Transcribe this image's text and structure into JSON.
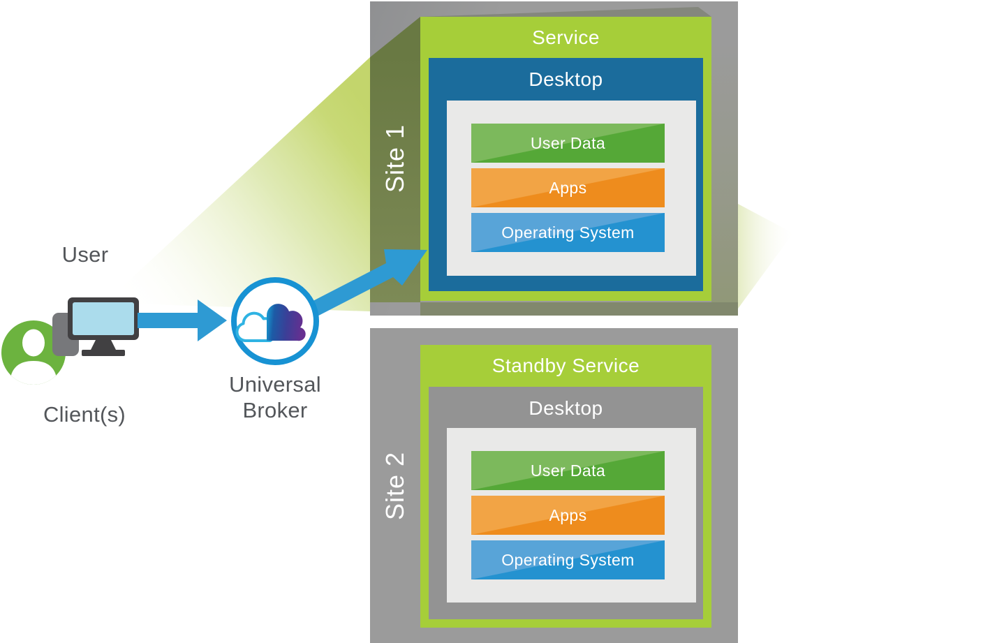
{
  "diagram": {
    "user": {
      "label": "User"
    },
    "client": {
      "label": "Client(s)"
    },
    "broker": {
      "line1": "Universal",
      "line2": "Broker"
    },
    "sites": [
      {
        "name": "Site 1",
        "service_label": "Service",
        "desktop_label": "Desktop",
        "layers": [
          "User Data",
          "Apps",
          "Operating System"
        ]
      },
      {
        "name": "Site 2",
        "service_label": "Standby Service",
        "desktop_label": "Desktop",
        "layers": [
          "User Data",
          "Apps",
          "Operating System"
        ]
      }
    ],
    "icons": {
      "user": "person-icon",
      "client_device": "monitor-icon",
      "broker": "dual-cloud-icon",
      "connections": "arrow-icons"
    },
    "colors": {
      "site_box_gray": "#9b9b9b",
      "standby_desktop_gray": "#939393",
      "service_green": "#a6ce39",
      "desktop_blue": "#1b6c9c",
      "inner_panel_gray": "#e9e9e8",
      "bar_green_light": "#7cb95c",
      "bar_green_dark": "#55a837",
      "bar_orange_light": "#f2a445",
      "bar_orange_dark": "#ee8c1d",
      "bar_blue_light": "#58a4d8",
      "bar_blue_dark": "#2492d0",
      "arrow_blue": "#2e9ad3",
      "broker_ring_blue": "#1792d3",
      "cloud_outline_blue": "#2fb3e3",
      "cloud_gradient_start": "#1992cc",
      "cloud_gradient_end": "#662f90",
      "beam_green": "#c0d364",
      "beam_olive": "#6e7d49",
      "person_green": "#6cb33f",
      "device_gray": "#77787b",
      "monitor_dark": "#414042",
      "monitor_screen": "#abdcec",
      "text_dark": "#53565a"
    }
  }
}
